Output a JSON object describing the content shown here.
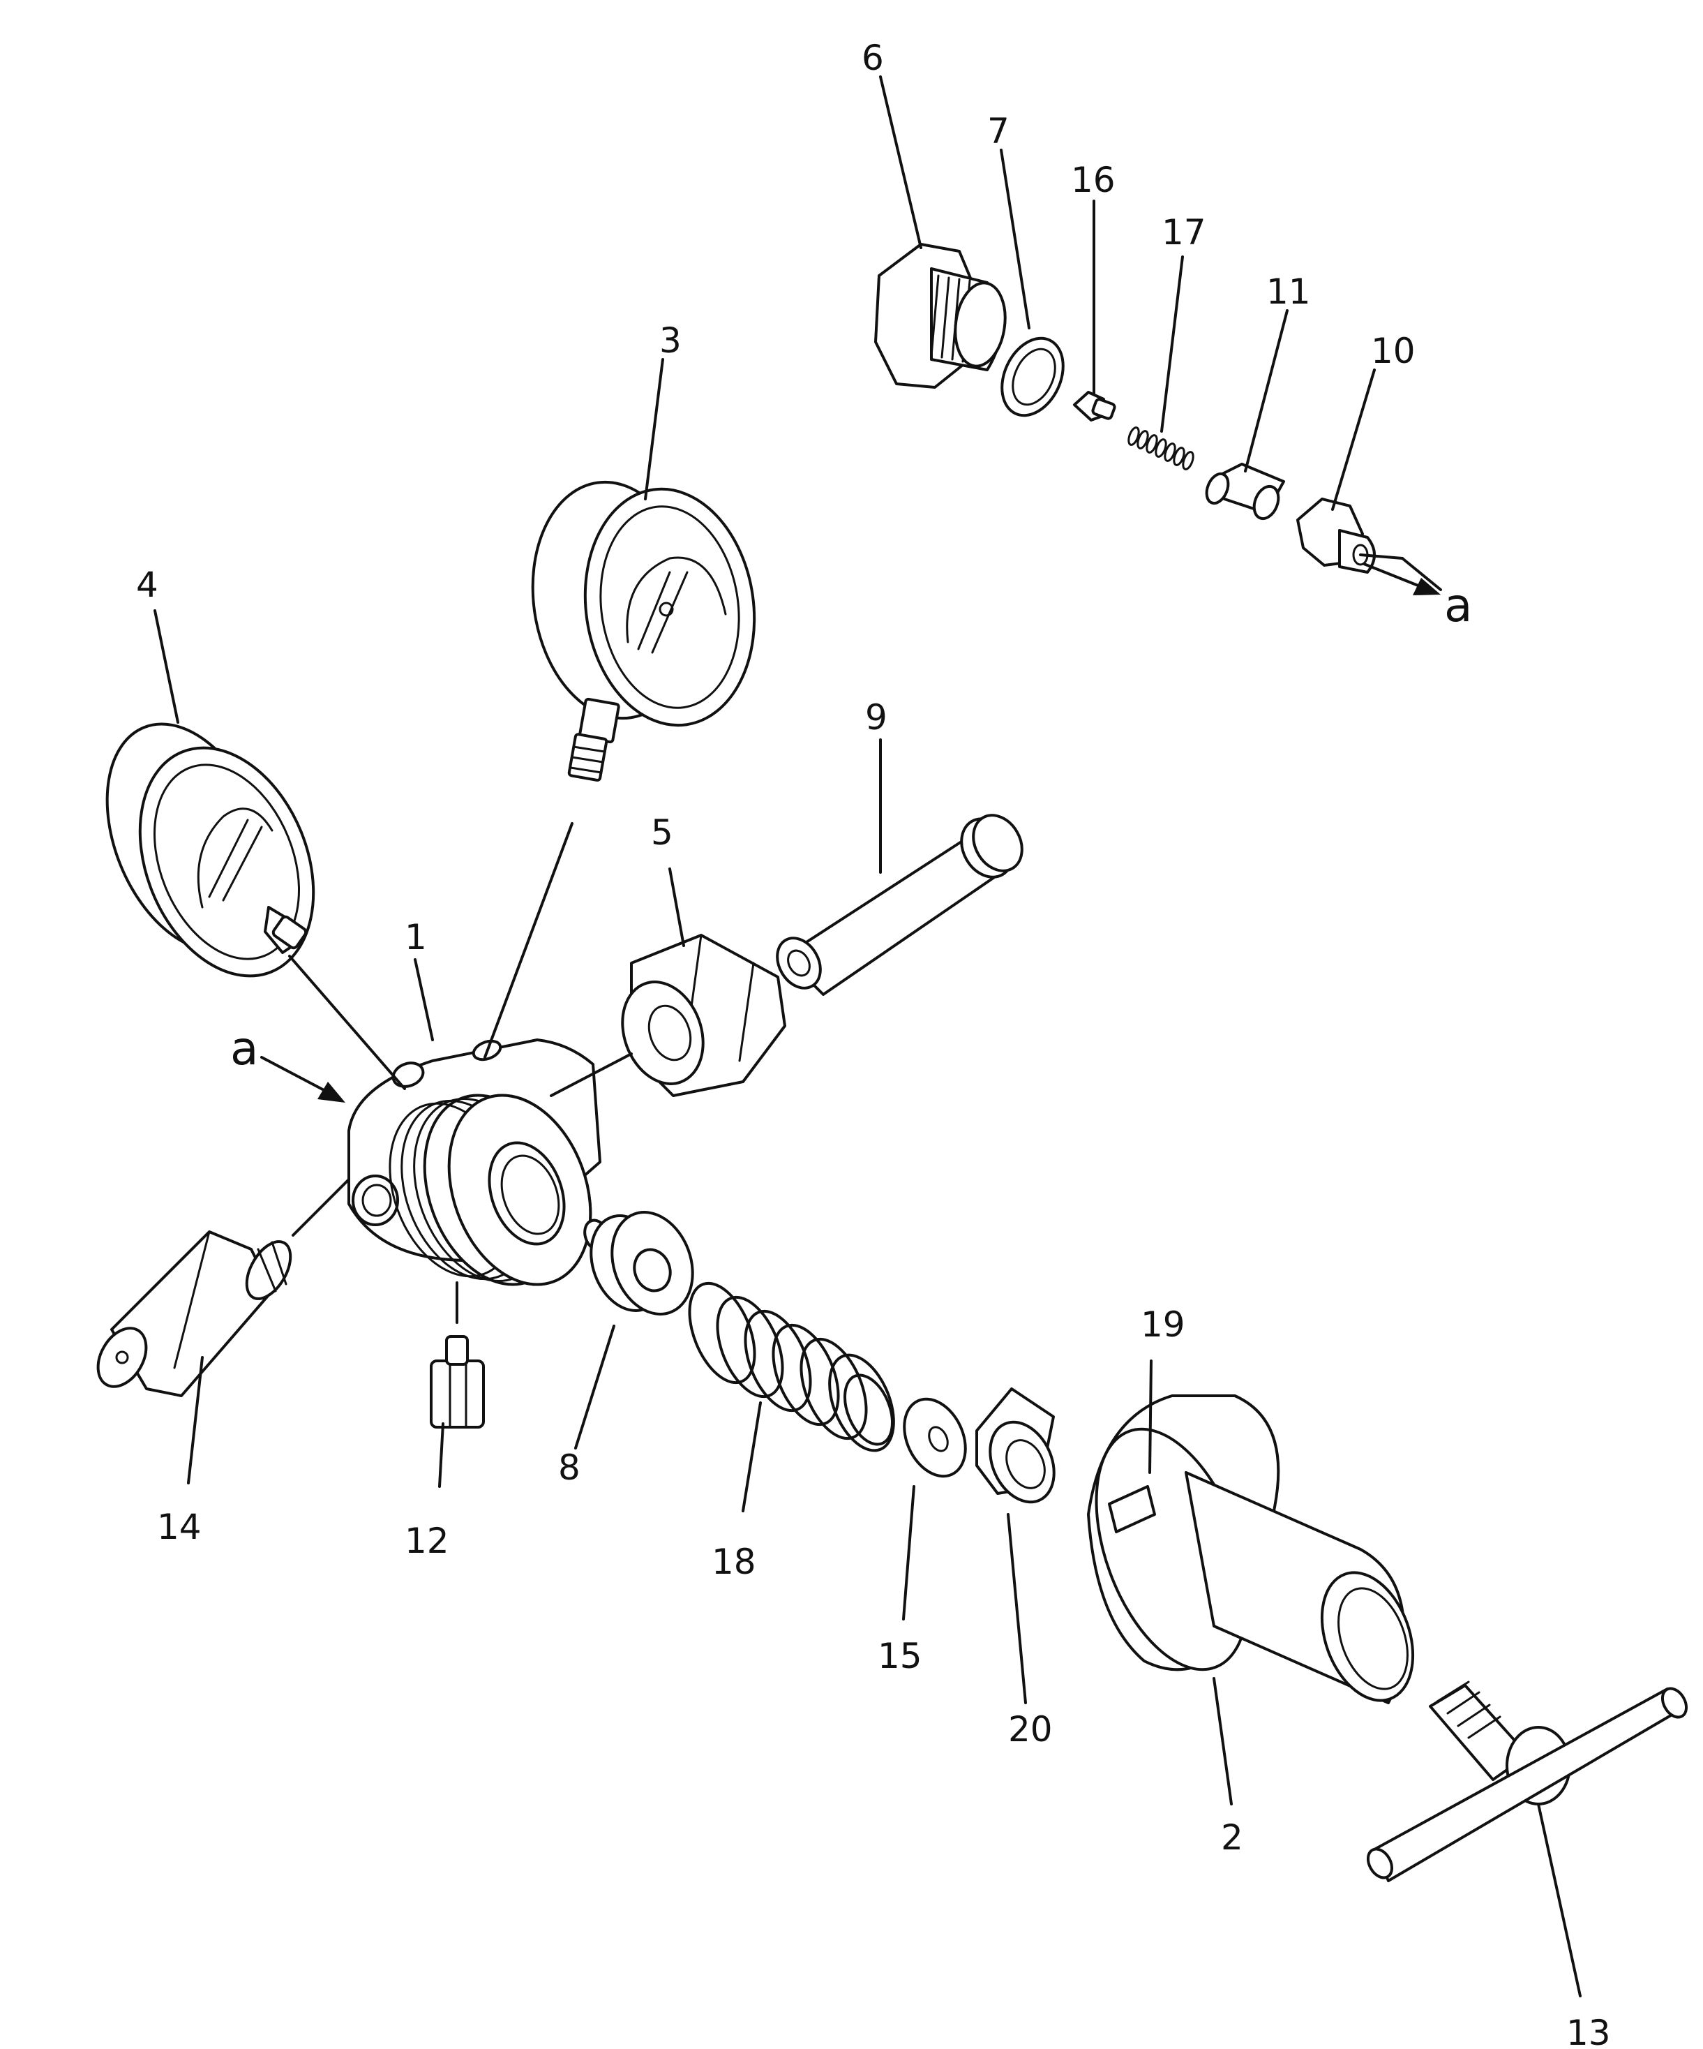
{
  "callouts": {
    "c1": "1",
    "c2": "2",
    "c3": "3",
    "c4": "4",
    "c5": "5",
    "c6": "6",
    "c7": "7",
    "c8": "8",
    "c9": "9",
    "c10": "10",
    "c11": "11",
    "c12": "12",
    "c13": "13",
    "c14": "14",
    "c15": "15",
    "c16": "16",
    "c17": "17",
    "c18": "18",
    "c19": "19",
    "c20": "20",
    "a_left": "a",
    "a_right": "a"
  }
}
